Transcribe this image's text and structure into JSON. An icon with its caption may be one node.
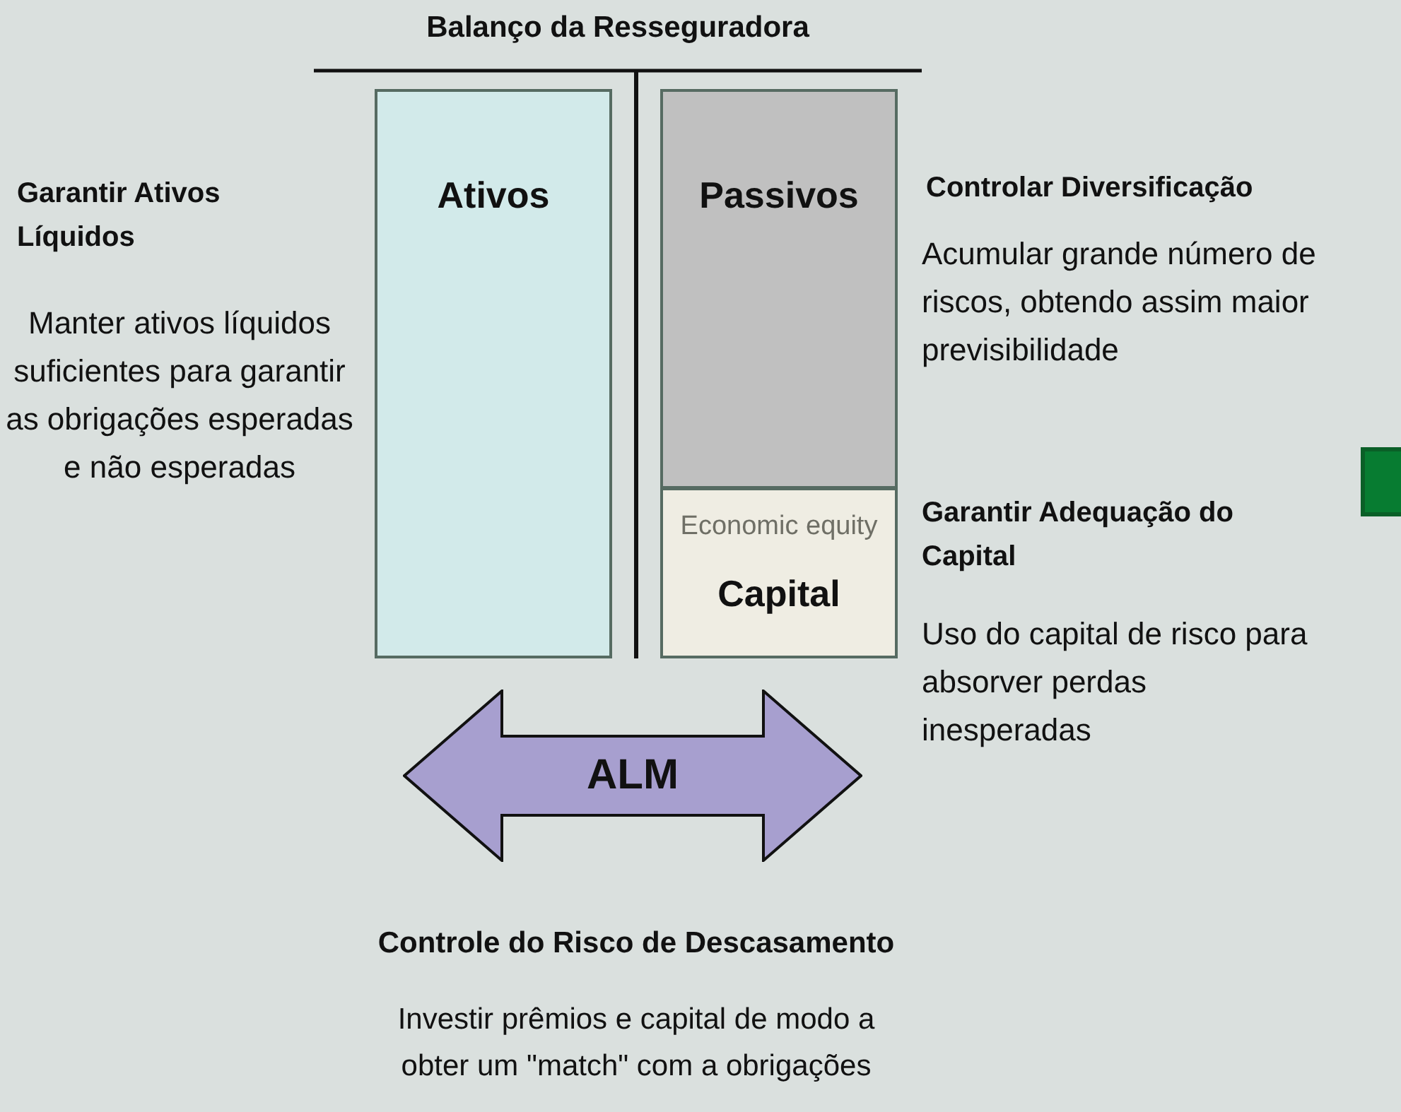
{
  "diagram": {
    "title": "Balanço da Resseguradora",
    "nodes": [
      {
        "text": [
          "Ativos"
        ]
      },
      {
        "text": [
          "Passivos"
        ]
      },
      {
        "text": [
          "Economic equity",
          "Capital"
        ]
      },
      {
        "text": [
          "ALM"
        ]
      }
    ],
    "edges": [],
    "labels": [
      "Garantir Ativos Líquidos",
      "Controlar Diversificação",
      "Acumular grande número de riscos, obtendo assim maior previsibilidade",
      "Manter ativos líquidos suficientes para garantir as obrigações esperadas e não esperadas",
      "Garantir Adequação do Capital",
      "Uso do capital de risco para absorver perdas inesperadas",
      "Controle do Risco de Descasamento",
      "Investir prêmios e capital de modo a obter um \"match\" com a obrigações"
    ]
  }
}
